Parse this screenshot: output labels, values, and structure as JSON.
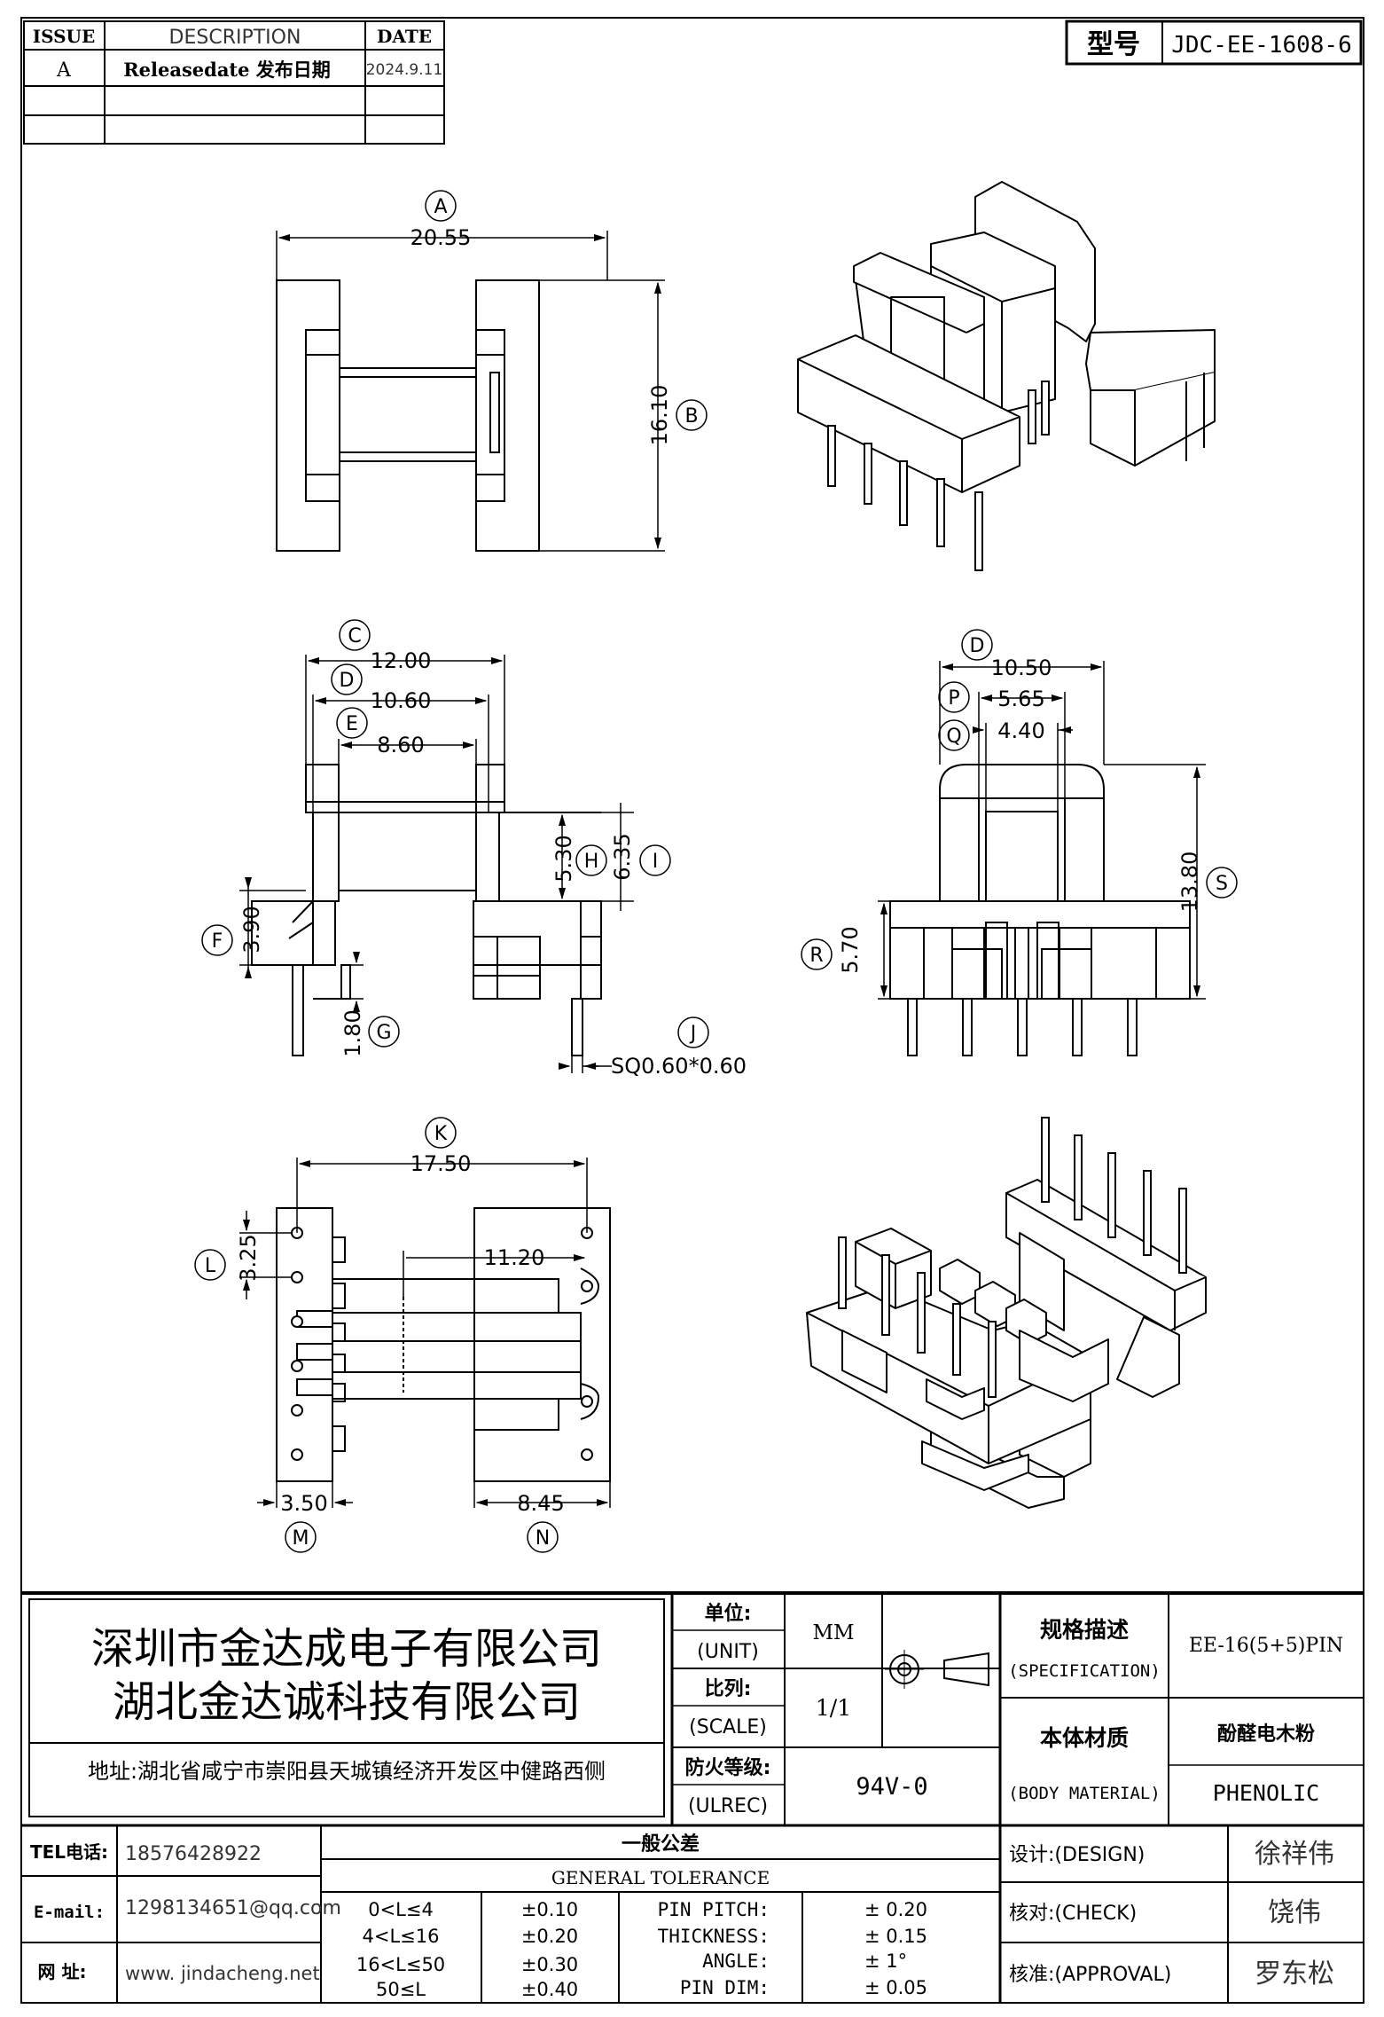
{
  "revision": {
    "headers": {
      "issue": "ISSUE",
      "description": "DESCRIPTION",
      "date": "DATE"
    },
    "rows": [
      {
        "issue": "A",
        "description": "Releasedate 发布日期",
        "date": "2024.9.11"
      }
    ]
  },
  "model": {
    "label": "型号",
    "value": "JDC-EE-1608-6"
  },
  "dimensions": {
    "A": {
      "letter": "A",
      "value": "20.55"
    },
    "B": {
      "letter": "B",
      "value": "16.10"
    },
    "C": {
      "letter": "C",
      "value": "12.00"
    },
    "D": {
      "letter": "D",
      "value": "10.60"
    },
    "E": {
      "letter": "E",
      "value": "8.60"
    },
    "F": {
      "letter": "F",
      "value": "3.90"
    },
    "G": {
      "letter": "G",
      "value": "1.80"
    },
    "H": {
      "letter": "H",
      "value": "5.30"
    },
    "I": {
      "letter": "I",
      "value": "6.35"
    },
    "J": {
      "letter": "J",
      "value": "SQ0.60*0.60"
    },
    "D2": {
      "letter": "D",
      "value": "10.50"
    },
    "P": {
      "letter": "P",
      "value": "5.65"
    },
    "Q": {
      "letter": "Q",
      "value": "4.40"
    },
    "R": {
      "letter": "R",
      "value": "5.70"
    },
    "S": {
      "letter": "S",
      "value": "13.80"
    },
    "K": {
      "letter": "K",
      "value": "17.50"
    },
    "L": {
      "letter": "L",
      "value": "3.25"
    },
    "X": {
      "value": "11.20"
    },
    "M": {
      "letter": "M",
      "value": "3.50"
    },
    "N": {
      "letter": "N",
      "value": "8.45"
    }
  },
  "company": {
    "name1": "深圳市金达成电子有限公司",
    "name2": "湖北金达诚科技有限公司",
    "address": "地址:湖北省咸宁市崇阳县天城镇经济开发区中健路西侧"
  },
  "contact": {
    "tel_label": "TEL电话:",
    "tel": "18576428922",
    "email_label": "E-mail:",
    "email": "1298134651@qq.com",
    "web_label": "网   址:",
    "web": "www. jindacheng.net"
  },
  "unit": {
    "label_cn": "单位:",
    "label_en": "(UNIT)",
    "value": "MM"
  },
  "scale": {
    "label_cn": "比列:",
    "label_en": "(SCALE)",
    "value": "1/1"
  },
  "ulrec": {
    "label_cn": "防火等级:",
    "label_en": "(ULREC)",
    "value": "94V-0"
  },
  "spec": {
    "label_cn": "规格描述",
    "label_en": "(SPECIFICATION)",
    "value": "EE-16(5+5)PIN"
  },
  "material": {
    "label_cn": "本体材质",
    "label_en": "(BODY MATERIAL)",
    "value_cn": "酚醛电木粉",
    "value_en": "PHENOLIC"
  },
  "tolerance": {
    "title_cn": "一般公差",
    "title_en": "GENERAL TOLERANCE",
    "ranges": [
      {
        "range": "0<L≤4",
        "tol": "±0.10"
      },
      {
        "range": "4<L≤16",
        "tol": "±0.20"
      },
      {
        "range": "16<L≤50",
        "tol": "±0.30"
      },
      {
        "range": "50≤L",
        "tol": "±0.40"
      }
    ],
    "specials": [
      {
        "name": "PIN PITCH:",
        "tol": "±  0.20"
      },
      {
        "name": "THICKNESS:",
        "tol": "±  0.15"
      },
      {
        "name": "ANGLE:",
        "tol": "±  1°"
      },
      {
        "name": "PIN DIM:",
        "tol": "±  0.05"
      }
    ]
  },
  "signoff": {
    "design_label": "设计:(DESIGN)",
    "design": "徐祥伟",
    "check_label": "核对:(CHECK)",
    "check": "饶伟",
    "approval_label": "核准:(APPROVAL)",
    "approval": "罗东松"
  }
}
